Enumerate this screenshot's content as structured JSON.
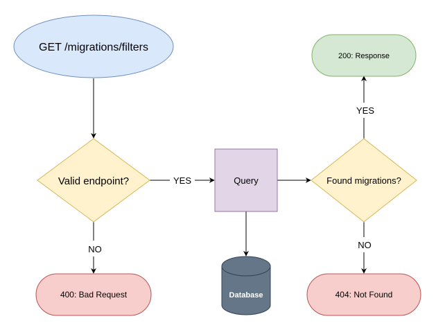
{
  "nodes": {
    "start": {
      "label": "GET /migrations/filters",
      "fill": "#dae8fc",
      "stroke": "#6c8ebf"
    },
    "valid_endpoint": {
      "label": "Valid endpoint?",
      "fill": "#fff2cc",
      "stroke": "#d6b656"
    },
    "query": {
      "label": "Query",
      "fill": "#e1d5e7",
      "stroke": "#9673a6"
    },
    "found_migrations": {
      "label": "Found migrations?",
      "fill": "#fff2cc",
      "stroke": "#d6b656"
    },
    "response_200": {
      "label": "200: Response",
      "fill": "#d5e8d4",
      "stroke": "#82b366"
    },
    "bad_request_400": {
      "label": "400: Bad Request",
      "fill": "#f8cecc",
      "stroke": "#b85450"
    },
    "database": {
      "label": "Database",
      "fill": "#647687",
      "stroke": "#314354",
      "text_color": "#ffffff"
    },
    "not_found_404": {
      "label": "404: Not Found",
      "fill": "#f8cecc",
      "stroke": "#b85450"
    }
  },
  "edge_labels": {
    "valid_yes": "YES",
    "valid_no": "NO",
    "found_yes": "YES",
    "found_no": "NO"
  }
}
